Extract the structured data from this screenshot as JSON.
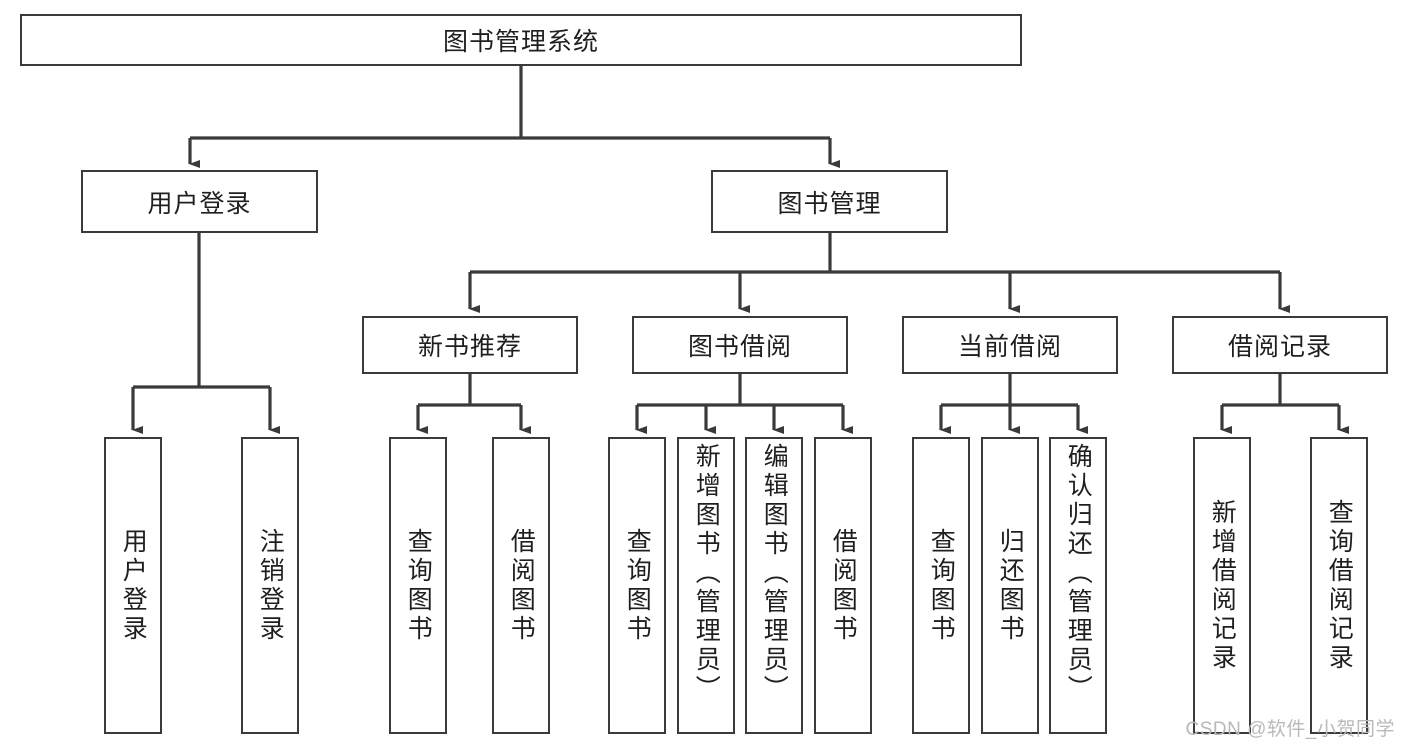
{
  "diagram": {
    "title": "图书管理系统",
    "watermark": "CSDN @软件_小贺同学",
    "accent_color": "#3a3a3a",
    "background_color": "#ffffff",
    "level1": {
      "label": "图书管理系统"
    },
    "level2": [
      {
        "label": "用户登录"
      },
      {
        "label": "图书管理"
      }
    ],
    "level3": [
      {
        "label": "新书推荐"
      },
      {
        "label": "图书借阅"
      },
      {
        "label": "当前借阅"
      },
      {
        "label": "借阅记录"
      }
    ],
    "leaves": [
      {
        "label": "用户登录"
      },
      {
        "label": "注销登录"
      },
      {
        "label": "查询图书"
      },
      {
        "label": "借阅图书"
      },
      {
        "label": "查询图书"
      },
      {
        "label": "新增图书（管理员）"
      },
      {
        "label": "编辑图书（管理员）"
      },
      {
        "label": "借阅图书"
      },
      {
        "label": "查询图书"
      },
      {
        "label": "归还图书"
      },
      {
        "label": "确认归还（管理员）"
      },
      {
        "label": "新增借阅记录"
      },
      {
        "label": "查询借阅记录"
      }
    ]
  }
}
